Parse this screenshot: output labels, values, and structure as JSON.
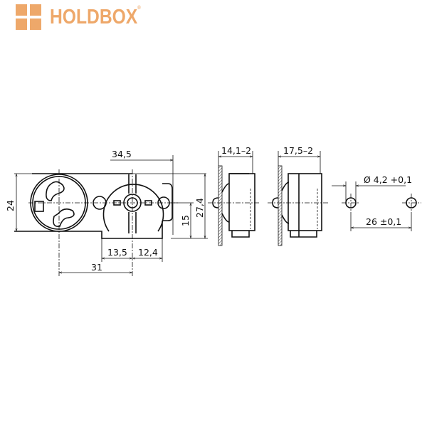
{
  "brand": {
    "name": "HOLDBOX",
    "mark": "®",
    "color": "#eea86a"
  },
  "front_view": {
    "dims": {
      "width_total": "34,5",
      "height": "24",
      "height_total": "27,4",
      "center_height": "15",
      "left_offset": "13,5",
      "right_offset": "12,4",
      "center_distance": "31"
    }
  },
  "side_view_1": {
    "dim": "14,1–2"
  },
  "side_view_2": {
    "dim": "17,5–2"
  },
  "mounting_holes": {
    "diameter": "Ø 4,2 +0,1",
    "spacing": "26 ±0,1"
  }
}
